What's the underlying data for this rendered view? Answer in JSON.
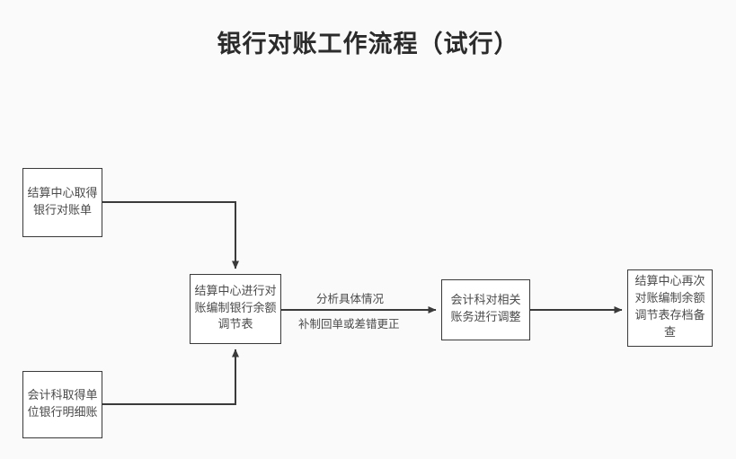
{
  "page": {
    "title": "银行对账工作流程（试行）",
    "background_color": "#fafafa",
    "node_fill_color": "#ffffff",
    "line_color": "#3a3a3a",
    "text_color": "#4a4a4a"
  },
  "flowchart": {
    "type": "process-flow",
    "orientation": "left-to-right",
    "nodes": [
      {
        "id": "collect-statement",
        "label": "结算中心取得银行对账单",
        "shape": "rectangle",
        "role": "start"
      },
      {
        "id": "collect-ledger",
        "label": "会计科取得单位银行明细账",
        "shape": "rectangle",
        "role": "start"
      },
      {
        "id": "reconcile-prepare",
        "label": "结算中心进行对账编制银行余额调节表",
        "shape": "rectangle",
        "role": "process"
      },
      {
        "id": "adjust-accounts",
        "label": "会计科对相关账务进行调整",
        "shape": "rectangle",
        "role": "process"
      },
      {
        "id": "archive-final",
        "label": "结算中心再次对账编制余额调节表存档备查",
        "shape": "rectangle",
        "role": "end"
      }
    ],
    "edges": [
      {
        "id": "edge-statement-to-reconcile",
        "from": "collect-statement",
        "to": "reconcile-prepare",
        "label": "",
        "arrow": true
      },
      {
        "id": "edge-ledger-to-reconcile",
        "from": "collect-ledger",
        "to": "reconcile-prepare",
        "label": "",
        "arrow": true
      },
      {
        "id": "edge-reconcile-to-adjust",
        "from": "reconcile-prepare",
        "to": "adjust-accounts",
        "label_above": "分析具体情况",
        "label_below": "补制回单或差错更正",
        "arrow": true
      },
      {
        "id": "edge-adjust-to-archive",
        "from": "adjust-accounts",
        "to": "archive-final",
        "label": "",
        "arrow": true
      }
    ]
  }
}
